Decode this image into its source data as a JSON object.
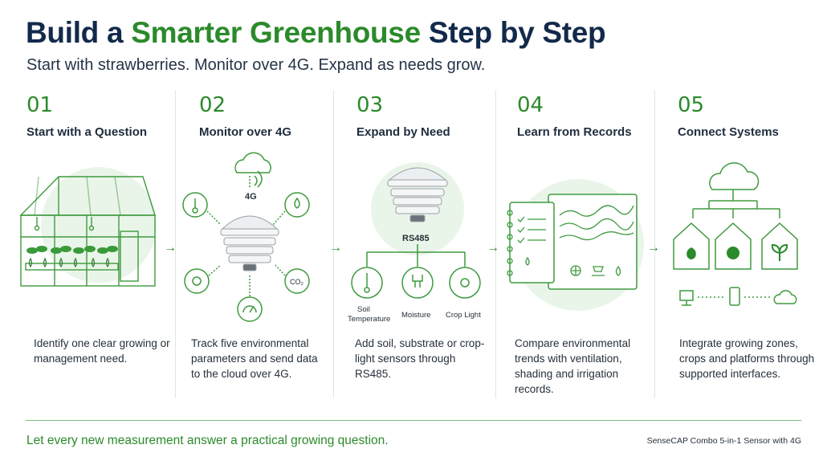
{
  "title": {
    "part1": "Build a ",
    "highlight": "Smarter Greenhouse",
    "part2": " Step by Step"
  },
  "subtitle": "Start with strawberries. Monitor over 4G. Expand as needs grow.",
  "steps": [
    {
      "number": "01",
      "heading": "Start with a Question",
      "description": "Identify one clear growing or management need."
    },
    {
      "number": "02",
      "heading": "Monitor over 4G",
      "description": "Track five environmental parameters and send data to the cloud over 4G."
    },
    {
      "number": "03",
      "heading": "Expand by Need",
      "description": "Add soil, substrate or crop-light sensors through RS485."
    },
    {
      "number": "04",
      "heading": "Learn from Records",
      "description": "Compare environmental trends with ventilation, shading and irrigation records."
    },
    {
      "number": "05",
      "heading": "Connect Systems",
      "description": "Integrate growing zones, crops and platforms through supported interfaces."
    }
  ],
  "labels": {
    "network": "4G",
    "co2": "CO₂",
    "bus": "RS485",
    "soil_temp_line1": "Soil",
    "soil_temp_line2": "Temperature",
    "moisture": "Moisture",
    "crop_light": "Crop Light"
  },
  "arrow": "→",
  "footer": {
    "tagline": "Let every new measurement answer a practical growing question.",
    "product": "SenseCAP Combo 5-in-1 Sensor with 4G"
  },
  "colors": {
    "accent": "#2b8a2b",
    "title": "#12294a",
    "halo": "#eaf5ea"
  }
}
